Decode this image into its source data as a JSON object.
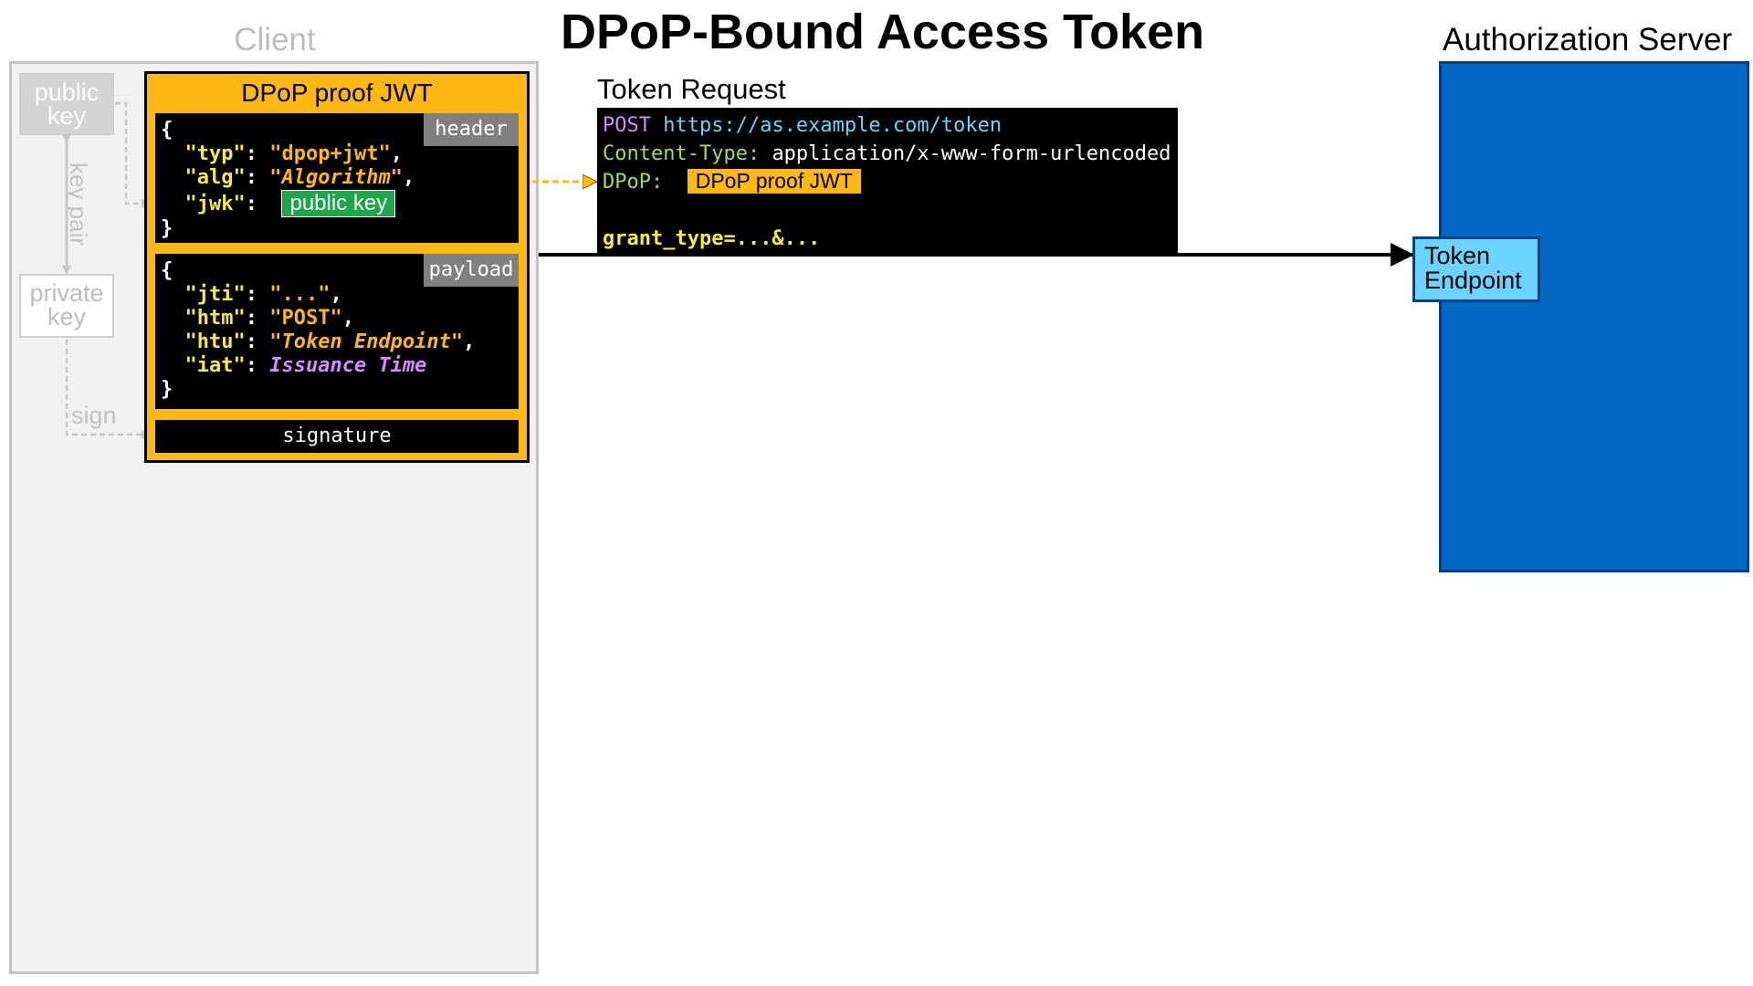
{
  "title": "DPoP-Bound Access Token",
  "client": {
    "label": "Client",
    "public_key": [
      "public",
      "key"
    ],
    "private_key": [
      "private",
      "key"
    ],
    "key_pair_label": "key pair",
    "sign_label": "sign"
  },
  "jwt": {
    "title": "DPoP proof JWT",
    "header_tag": "header",
    "payload_tag": "payload",
    "signature": "signature",
    "header": {
      "open": "{",
      "close": "}",
      "typ_key": "\"typ\"",
      "typ_val": "\"dpop+jwt\"",
      "alg_key": "\"alg\"",
      "alg_val": "\"Algorithm\"",
      "jwk_key": "\"jwk\"",
      "jwk_val": "public key"
    },
    "payload": {
      "open": "{",
      "close": "}",
      "jti_key": "\"jti\"",
      "jti_val": "\"...\"",
      "htm_key": "\"htm\"",
      "htm_val": "\"POST\"",
      "htu_key": "\"htu\"",
      "htu_val": "\"Token Endpoint\"",
      "iat_key": "\"iat\"",
      "iat_val": "Issuance Time"
    }
  },
  "request": {
    "label": "Token Request",
    "method": "POST",
    "url": "https://as.example.com/token",
    "ct_key": "Content-Type:",
    "ct_val": "application/x-www-form-urlencoded",
    "dpop_key": "DPoP:",
    "dpop_val": "DPoP proof JWT",
    "body_key": "grant_type",
    "body_rest": "=...&..."
  },
  "auth_server": {
    "label": "Authorization Server",
    "endpoint": [
      "Token",
      "Endpoint"
    ]
  },
  "colors": {
    "jwt_accent": "#fdb813",
    "public_key_badge": "#1ea64a",
    "auth_server": "#0369c4",
    "token_endpoint": "#6ad3ff"
  }
}
